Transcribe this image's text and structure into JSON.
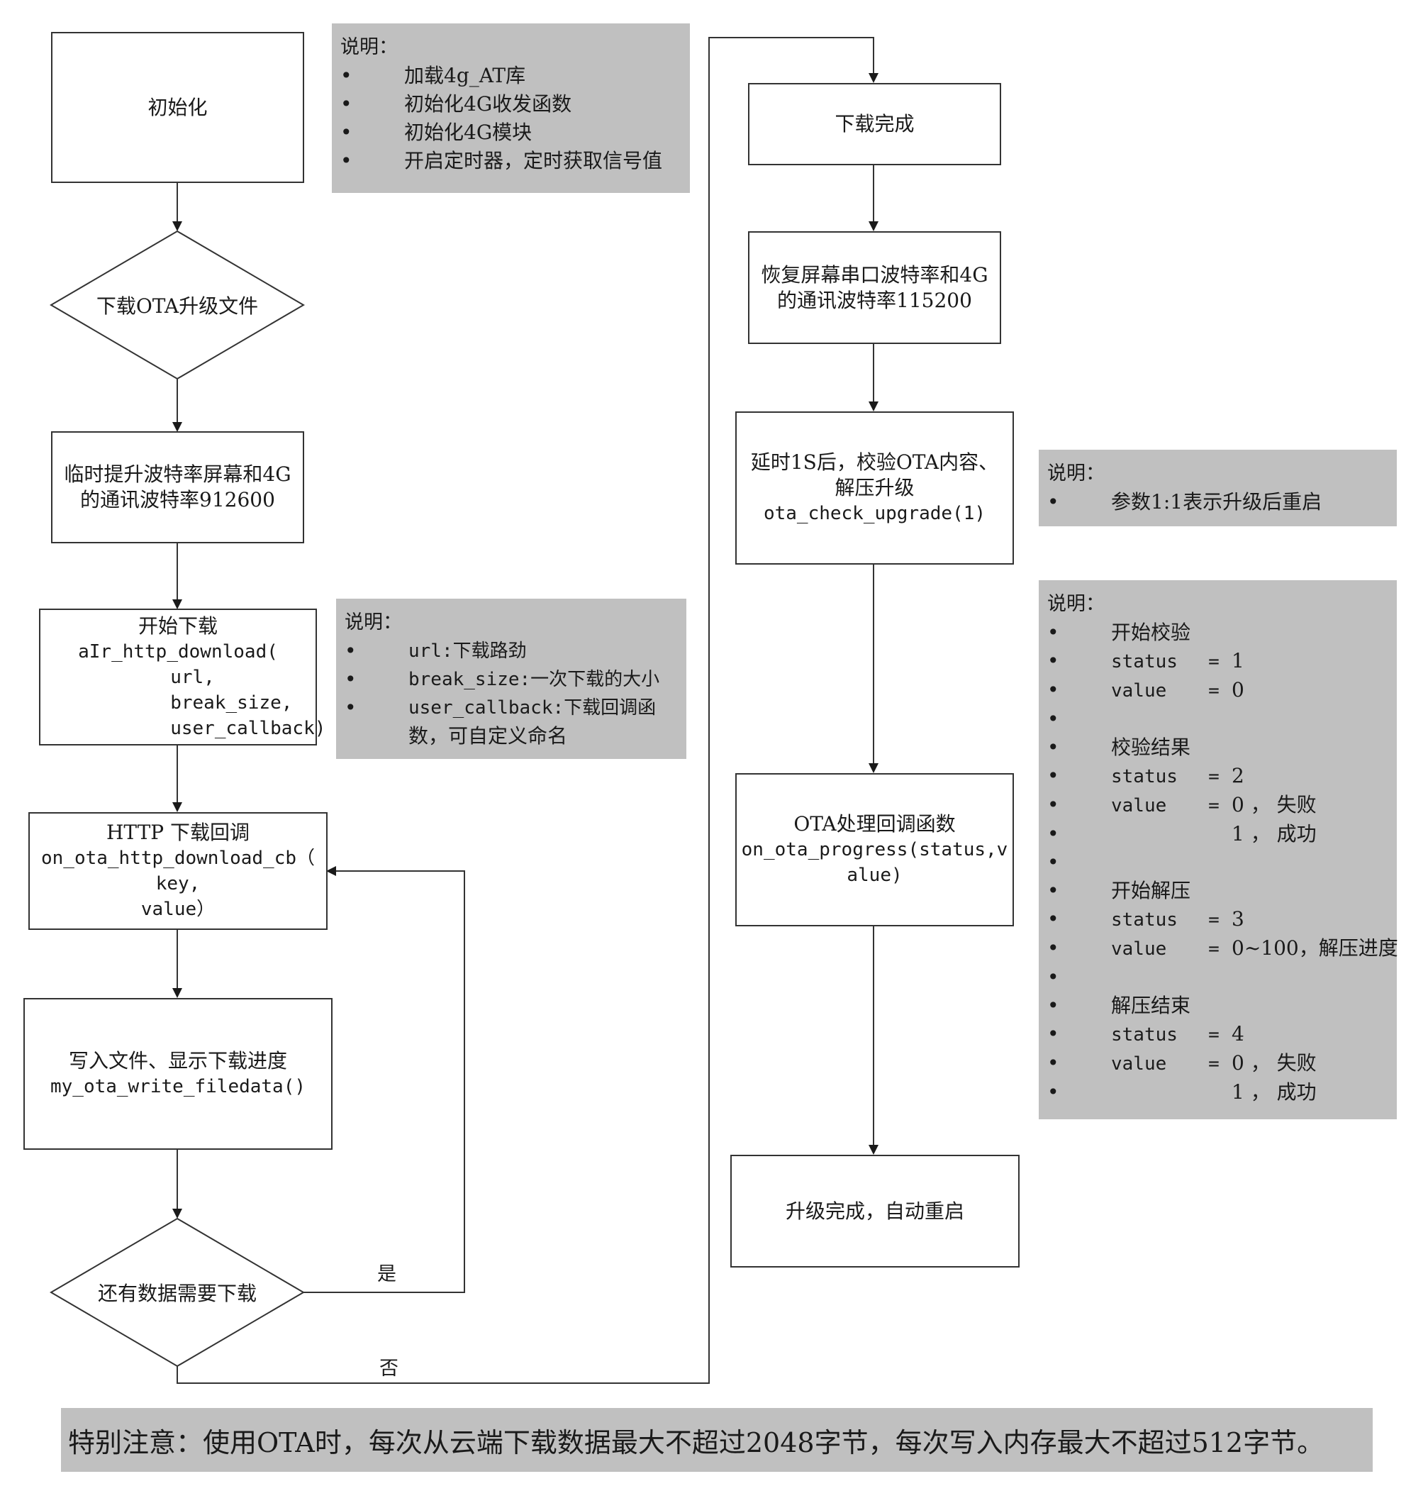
{
  "nodes": {
    "init": {
      "lines": [
        "初始化"
      ]
    },
    "download_ota": {
      "lines": [
        "下载OTA升级文件"
      ]
    },
    "raise_baud": {
      "lines": [
        "临时提升波特率屏幕和4G",
        "的通讯波特率912600"
      ]
    },
    "start_download": {
      "lines": [
        "开始下载",
        "aIr_http_download(",
        "        url,",
        "        break_size,",
        "        user_callback)"
      ]
    },
    "http_callback": {
      "lines": [
        "HTTP 下载回调",
        "on_ota_http_download_cb（",
        "key,",
        "value）"
      ]
    },
    "write_file": {
      "lines": [
        "写入文件、显示下载进度",
        "my_ota_write_filedata()"
      ]
    },
    "more_data": {
      "lines": [
        "还有数据需要下载"
      ]
    },
    "download_done": {
      "lines": [
        "下载完成"
      ]
    },
    "restore_baud": {
      "lines": [
        "恢复屏幕串口波特率和4G",
        "的通讯波特率115200"
      ]
    },
    "check_upgrade": {
      "lines": [
        "延时1S后，校验OTA内容、",
        "解压升级",
        "ota_check_upgrade(1)"
      ]
    },
    "progress_cb": {
      "lines": [
        "OTA处理回调函数",
        "on_ota_progress(status,v",
        "alue)"
      ]
    },
    "upgrade_done": {
      "lines": [
        "升级完成，自动重启"
      ]
    }
  },
  "edge_labels": {
    "yes": "是",
    "no": "否"
  },
  "notes": {
    "init_note": {
      "title": "说明：",
      "bullet": "•",
      "items": [
        "加载4g_AT库",
        "初始化4G收发函数",
        "初始化4G模块",
        "开启定时器，定时获取信号值"
      ]
    },
    "download_note": {
      "title": "说明：",
      "bullet": "•",
      "items": [
        "url:下载路劲",
        "break_size:一次下载的大小",
        "user_callback:下载回调函",
        "数，可自定义命名"
      ]
    },
    "upgrade_note": {
      "title": "说明：",
      "bullet": "•",
      "items": [
        "参数1:1表示升级后重启"
      ]
    },
    "status_note": {
      "title": "说明：",
      "bullet": "•",
      "rows": [
        {
          "label": "开始校验"
        },
        {
          "key": "status",
          "eq": "=",
          "val": "1"
        },
        {
          "key": "value",
          "eq": "=",
          "val": "0"
        },
        {},
        {
          "label": "校验结果"
        },
        {
          "key": "status",
          "eq": "=",
          "val": "2"
        },
        {
          "key": "value",
          "eq": "=",
          "val": "0 ， 失败"
        },
        {
          "key": "",
          "eq": "",
          "val": "1 ， 成功"
        },
        {},
        {
          "label": "开始解压"
        },
        {
          "key": "status",
          "eq": "=",
          "val": "3"
        },
        {
          "key": "value",
          "eq": "=",
          "val": "0~100，解压进度"
        },
        {},
        {
          "label": "解压结束"
        },
        {
          "key": "status",
          "eq": "=",
          "val": "4"
        },
        {
          "key": "value",
          "eq": "=",
          "val": "0 ， 失败"
        },
        {
          "key": "",
          "eq": "",
          "val": "1 ， 成功"
        }
      ]
    }
  },
  "footer": {
    "warning": "特别注意：使用OTA时，每次从云端下载数据最大不超过2048字节，每次写入内存最大不超过512字节。"
  },
  "colors": {
    "note_bg": "#c0c0c0",
    "line": "#333333",
    "box_bg": "#ffffff"
  }
}
